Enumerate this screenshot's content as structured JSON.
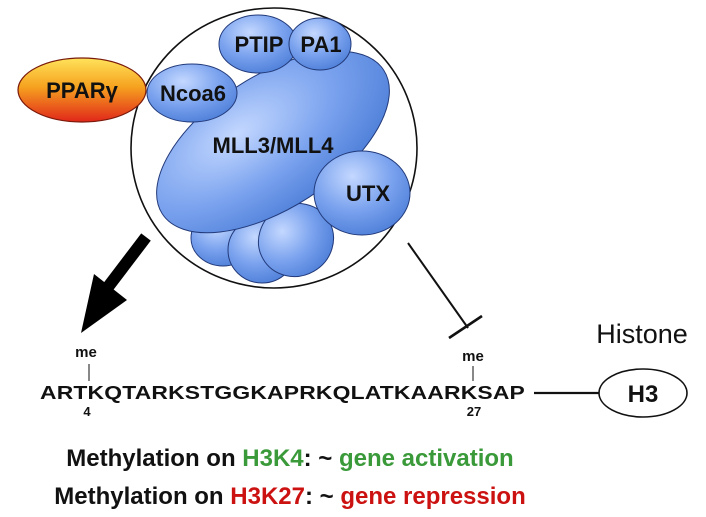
{
  "complex": {
    "activator": "PPARγ",
    "subunits": [
      "PTIP",
      "PA1",
      "Ncoa6",
      "MLL3/MLL4",
      "UTX"
    ]
  },
  "histone": {
    "label": "Histone",
    "tail_sequence": "ARTKQTARKSTGGKAPRKQLATKAARKSAP",
    "node": "H3",
    "marks": [
      {
        "tag": "me",
        "residue": "4",
        "color": "#3a9a3a"
      },
      {
        "tag": "me",
        "residue": "27",
        "color": "#cc1111"
      }
    ]
  },
  "captions": [
    {
      "prefix": "Methylation on ",
      "site": "H3K4",
      "mid": ": ~ ",
      "effect": "gene activation",
      "color": "#3a9a3a"
    },
    {
      "prefix": "Methylation on ",
      "site": "H3K27",
      "mid": ": ~ ",
      "effect": "gene repression",
      "color": "#cc1111"
    }
  ],
  "colors": {
    "subunit_fill": "#6f9ae8",
    "activator_fill": "#f08a1e",
    "activation": "#3a9a3a",
    "repression": "#cc1111"
  }
}
